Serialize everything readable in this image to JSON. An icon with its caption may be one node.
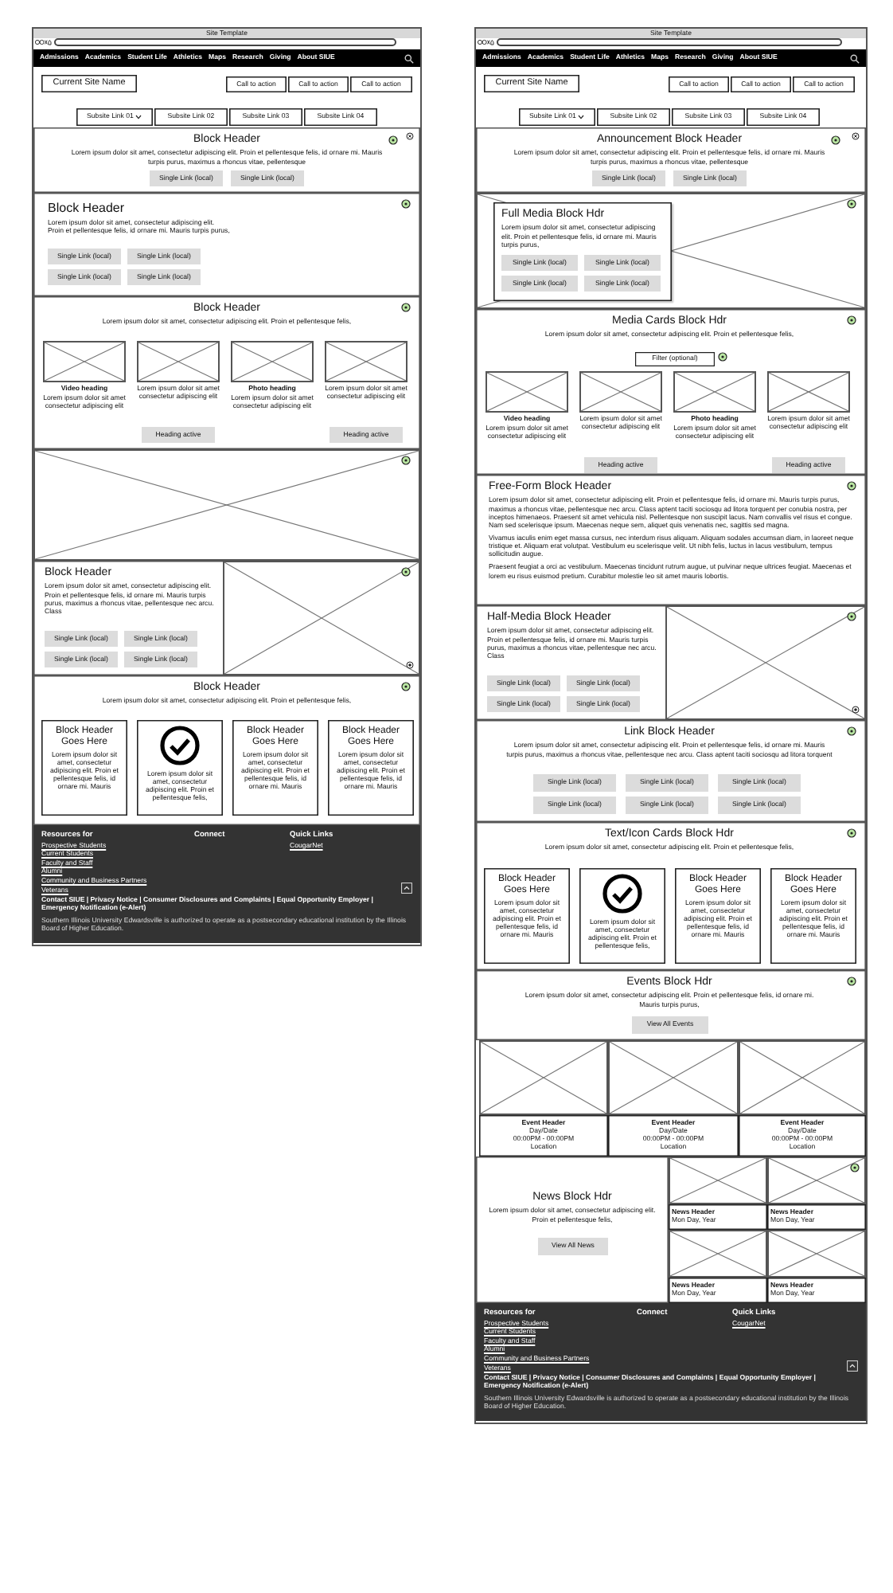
{
  "diagram": {
    "nodes": [
      {
        "text": [
          "Site Template"
        ]
      },
      {
        "text": [
          "Current Site Name"
        ],
        "in": 0
      },
      {
        "text": [
          "Call to action"
        ],
        "in": 0
      },
      {
        "text": [
          "Call to action"
        ],
        "in": 0
      },
      {
        "text": [
          "Call to action"
        ],
        "in": 0
      },
      {
        "text": [
          "Subsite Link 01"
        ],
        "in": 0
      },
      {
        "text": [
          "Subsite Link 02"
        ],
        "in": 0
      },
      {
        "text": [
          "Subsite Link 03"
        ],
        "in": 0
      },
      {
        "text": [
          "Subsite Link 04"
        ],
        "in": 0
      },
      {
        "text": [
          "Block Header",
          "Lorem ipsum dolor sit amet, consectetur adipiscing elit. Proin et pellentesque felis, id ornare mi. Mauris turpis purus, maximus a rhoncus vitae, pellentesque"
        ],
        "in": 0
      },
      {
        "text": [
          "Single Link (local)"
        ],
        "in": 9
      },
      {
        "text": [
          "Single Link (local)"
        ],
        "in": 9
      },
      {
        "text": [
          "Block Header",
          "Lorem ipsum dolor sit amet, consectetur adipiscing elit. Proin et pellentesque felis, id ornare mi. Mauris turpis purus,"
        ],
        "in": 0
      },
      {
        "text": [
          "Single Link (local)"
        ],
        "in": 12
      },
      {
        "text": [
          "Single Link (local)"
        ],
        "in": 12
      },
      {
        "text": [
          "Single Link (local)"
        ],
        "in": 12
      },
      {
        "text": [
          "Single Link (local)"
        ],
        "in": 12
      },
      {
        "text": [
          "Block Header",
          "Lorem ipsum dolor sit amet, consectetur adipiscing elit. Proin et pellentesque felis,"
        ],
        "in": 0
      },
      {
        "text": [
          "Heading active"
        ],
        "in": 17
      },
      {
        "text": [
          "Heading active"
        ],
        "in": 17
      },
      {
        "text": [
          "Block Header",
          "Lorem ipsum dolor sit amet, consectetur adipiscing elit. Proin et pellentesque felis, id ornare mi. Mauris turpis purus, maximus a rhoncus vitae, pellentesque nec arcu. Class"
        ],
        "in": 0
      },
      {
        "text": [
          "Single Link (local)"
        ],
        "in": 20
      },
      {
        "text": [
          "Single Link (local)"
        ],
        "in": 20
      },
      {
        "text": [
          "Single Link (local)"
        ],
        "in": 20
      },
      {
        "text": [
          "Single Link (local)"
        ],
        "in": 20
      },
      {
        "text": [
          "Block Header",
          "Lorem ipsum dolor sit amet, consectetur adipiscing elit. Proin et pellentesque felis,"
        ],
        "in": 0
      },
      {
        "text": [
          "Block Header Goes Here",
          "Lorem ipsum dolor sit amet, consectetur adipiscing elit. Proin et pellentesque felis, id ornare mi. Mauris"
        ],
        "in": 25
      },
      {
        "text": [
          "Lorem ipsum dolor sit amet, consectetur adipiscing elit. Proin et pellentesque felis,"
        ],
        "in": 25
      },
      {
        "text": [
          "Block Header Goes Here",
          "Lorem ipsum dolor sit amet, consectetur adipiscing elit. Proin et pellentesque felis, id ornare mi. Mauris"
        ],
        "in": 25
      },
      {
        "text": [
          "Block Header Goes Here",
          "Lorem ipsum dolor sit amet, consectetur adipiscing elit. Proin et pellentesque felis, id ornare mi. Mauris"
        ],
        "in": 25
      },
      {
        "text": [
          "Site Template"
        ]
      },
      {
        "text": [
          "Current Site Name"
        ],
        "in": 30
      },
      {
        "text": [
          "Call to action"
        ],
        "in": 30
      },
      {
        "text": [
          "Call to action"
        ],
        "in": 30
      },
      {
        "text": [
          "Call to action"
        ],
        "in": 30
      },
      {
        "text": [
          "Subsite Link 01"
        ],
        "in": 30
      },
      {
        "text": [
          "Subsite Link 02"
        ],
        "in": 30
      },
      {
        "text": [
          "Subsite Link 03"
        ],
        "in": 30
      },
      {
        "text": [
          "Subsite Link 04"
        ],
        "in": 30
      },
      {
        "text": [
          "Announcement Block Header",
          "Lorem ipsum dolor sit amet, consectetur adipiscing elit. Proin et pellentesque felis, id ornare mi. Mauris turpis purus, maximus a rhoncus vitae, pellentesque"
        ],
        "in": 30
      },
      {
        "text": [
          "Single Link (local)"
        ],
        "in": 39
      },
      {
        "text": [
          "Single Link (local)"
        ],
        "in": 39
      },
      {
        "text": [
          "Full Media Block Hdr",
          "Lorem ipsum dolor sit amet, consectetur adipiscing elit. Proin et pellentesque felis, id ornare mi. Mauris turpis purus,"
        ],
        "in": 30
      },
      {
        "text": [
          "Single Link (local)"
        ],
        "in": 42
      },
      {
        "text": [
          "Single Link (local)"
        ],
        "in": 42
      },
      {
        "text": [
          "Single Link (local)"
        ],
        "in": 42
      },
      {
        "text": [
          "Single Link (local)"
        ],
        "in": 42
      },
      {
        "text": [
          "Media Cards Block Hdr",
          "Lorem ipsum dolor sit amet, consectetur adipiscing elit. Proin et pellentesque felis,"
        ],
        "in": 30
      },
      {
        "text": [
          "Filter (optional)"
        ],
        "in": 47
      },
      {
        "text": [
          "Heading active"
        ],
        "in": 47
      },
      {
        "text": [
          "Heading active"
        ],
        "in": 47
      },
      {
        "text": [
          "Free-Form Block Header",
          "Lorem ipsum dolor sit amet, consectetur adipiscing elit. Proin et pellentesque felis, id ornare mi. Mauris turpis purus, maximus a rhoncus vitae, pellentesque nec arcu. Class aptent taciti sociosqu ad litora torquent per conubia nostra, per inceptos himenaeos. Praesent sit amet vehicula nisl. Pellentesque non suscipit lacus. Nam convallis vel risus et congue. Nam sed scelerisque ipsum. Maecenas neque sem, aliquet quis venenatis nec, sagittis sed magna.",
          "Vivamus iaculis enim eget massa cursus, nec interdum risus aliquam. Aliquam sodales accumsan diam, in laoreet neque tristique et. Aliquam erat volutpat. Vestibulum eu scelerisque velit. Ut nibh felis, luctus in lacus vestibulum, tempus sollicitudin augue.",
          "Praesent feugiat a orci ac vestibulum. Maecenas tincidunt rutrum augue, ut pulvinar neque ultrices feugiat. Maecenas et lorem eu risus euismod pretium. Curabitur molestie leo sit amet mauris lobortis."
        ],
        "in": 30
      },
      {
        "text": [
          "Half-Media Block Header",
          "Lorem ipsum dolor sit amet, consectetur adipiscing elit. Proin et pellentesque felis, id ornare mi. Mauris turpis purus, maximus a rhoncus vitae, pellentesque nec arcu. Class"
        ],
        "in": 30
      },
      {
        "text": [
          "Single Link (local)"
        ],
        "in": 52
      },
      {
        "text": [
          "Single Link (local)"
        ],
        "in": 52
      },
      {
        "text": [
          "Single Link (local)"
        ],
        "in": 52
      },
      {
        "text": [
          "Single Link (local)"
        ],
        "in": 52
      },
      {
        "text": [
          "Link Block Header",
          "Lorem ipsum dolor sit amet, consectetur adipiscing elit. Proin et pellentesque felis, id ornare mi. Mauris turpis purus, maximus a rhoncus vitae, pellentesque nec arcu. Class aptent taciti sociosqu ad litora torquent"
        ],
        "in": 30
      },
      {
        "text": [
          "Single Link (local)"
        ],
        "in": 57
      },
      {
        "text": [
          "Single Link (local)"
        ],
        "in": 57
      },
      {
        "text": [
          "Single Link (local)"
        ],
        "in": 57
      },
      {
        "text": [
          "Single Link (local)"
        ],
        "in": 57
      },
      {
        "text": [
          "Single Link (local)"
        ],
        "in": 57
      },
      {
        "text": [
          "Single Link (local)"
        ],
        "in": 57
      },
      {
        "text": [
          "Text/Icon Cards Block Hdr",
          "Lorem ipsum dolor sit amet, consectetur adipiscing elit. Proin et pellentesque felis,"
        ],
        "in": 30
      },
      {
        "text": [
          "Block Header Goes Here",
          "Lorem ipsum dolor sit amet, consectetur adipiscing elit. Proin et pellentesque felis, id ornare mi. Mauris"
        ],
        "in": 64
      },
      {
        "text": [
          "Lorem ipsum dolor sit amet, consectetur adipiscing elit. Proin et pellentesque felis,"
        ],
        "in": 64
      },
      {
        "text": [
          "Block Header Goes Here",
          "Lorem ipsum dolor sit amet, consectetur adipiscing elit. Proin et pellentesque felis, id ornare mi. Mauris"
        ],
        "in": 64
      },
      {
        "text": [
          "Block Header Goes Here",
          "Lorem ipsum dolor sit amet, consectetur adipiscing elit. Proin et pellentesque felis, id ornare mi. Mauris"
        ],
        "in": 64
      },
      {
        "text": [
          "Events Block Hdr",
          "Lorem ipsum dolor sit amet, consectetur adipiscing elit. Proin et pellentesque felis, id ornare mi. Mauris turpis purus,"
        ],
        "in": 30
      },
      {
        "text": [
          "View All Events"
        ],
        "in": 69
      },
      {
        "text": [
          "Event Header",
          "Day/Date",
          "00:00PM - 00:00PM",
          "Location"
        ],
        "in": 30
      },
      {
        "text": [
          "Event Header",
          "Day/Date",
          "00:00PM - 00:00PM",
          "Location"
        ],
        "in": 30
      },
      {
        "text": [
          "Event Header",
          "Day/Date",
          "00:00PM - 00:00PM",
          "Location"
        ],
        "in": 30
      },
      {
        "text": [
          "News Block Hdr",
          "Lorem ipsum dolor sit amet, consectetur adipiscing elit. Proin et pellentesque felis,"
        ],
        "in": 30
      },
      {
        "text": [
          "View All News"
        ],
        "in": 74
      },
      {
        "text": [
          "News Header",
          "Mon Day, Year"
        ],
        "in": 30
      },
      {
        "text": [
          "News Header",
          "Mon Day, Year"
        ],
        "in": 30
      },
      {
        "text": [
          "News Header",
          "Mon Day, Year"
        ],
        "in": 30
      },
      {
        "text": [
          "News Header",
          "Mon Day, Year"
        ],
        "in": 30
      }
    ],
    "labels": [
      "Admissions",
      "Academics",
      "Student Life",
      "Athletics",
      "Maps",
      "Research",
      "Giving",
      "About SIUE",
      "Video heading",
      "Lorem ipsum dolor sit amet consectetur adipiscing elit",
      "Lorem ipsum dolor sit amet consectetur adipiscing elit",
      "Photo heading",
      "Lorem ipsum dolor sit amet consectetur adipiscing elit",
      "Lorem ipsum dolor sit amet consectetur adipiscing elit",
      "Resources for",
      "Prospective Students",
      "Current Students",
      "Faculty and Staff",
      "Alumni",
      "Community and Business Partners",
      "Veterans",
      "Connect",
      "Quick Links",
      "CougarNet",
      "Contact SIUE | Privacy Notice | Consumer Disclosures and Complaints | Equal Opportunity Employer | Emergency Notification (e-Alert)",
      "Southern Illinois University Edwardsville is authorized to operate as a postsecondary educational institution by the Illinois Board of Higher Education.",
      "Admissions",
      "Academics",
      "Student Life",
      "Athletics",
      "Maps",
      "Research",
      "Giving",
      "About SIUE",
      "Video heading",
      "Lorem ipsum dolor sit amet consectetur adipiscing elit",
      "Lorem ipsum dolor sit amet consectetur adipiscing elit",
      "Photo heading",
      "Lorem ipsum dolor sit amet consectetur adipiscing elit",
      "Lorem ipsum dolor sit amet consectetur adipiscing elit",
      "Resources for",
      "Prospective Students",
      "Current Students",
      "Faculty and Staff",
      "Alumni",
      "Community and Business Partners",
      "Veterans",
      "Connect",
      "Quick Links",
      "CougarNet",
      "Contact SIUE | Privacy Notice | Consumer Disclosures and Complaints | Equal Opportunity Employer | Emergency Notification (e-Alert)",
      "Southern Illinois University Edwardsville is authorized to operate as a postsecondary educational institution by the Illinois Board of Higher Education."
    ]
  }
}
